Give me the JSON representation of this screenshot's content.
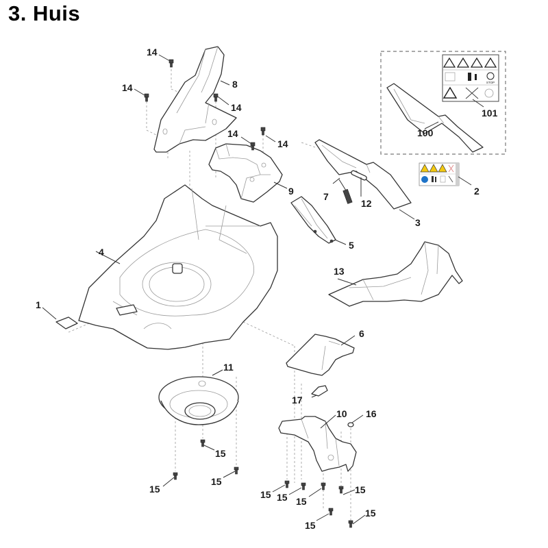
{
  "page_title": "3. Huis",
  "callouts": {
    "c1": "1",
    "c2": "2",
    "c3": "3",
    "c4": "4",
    "c5": "5",
    "c6": "6",
    "c7": "7",
    "c8": "8",
    "c9": "9",
    "c10": "10",
    "c11": "11",
    "c12": "12",
    "c13": "13",
    "c14": "14",
    "c15": "15",
    "c16": "16",
    "c17": "17",
    "c100": "100",
    "c101": "101"
  },
  "labels_text": {
    "stop": "STOP"
  },
  "colors": {
    "warning_yellow": "#f2c811",
    "info_blue": "#1e73c8",
    "line": "#333333"
  }
}
